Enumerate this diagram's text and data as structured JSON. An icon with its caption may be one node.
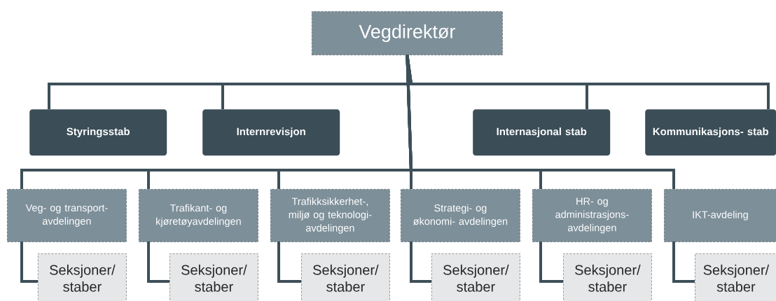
{
  "diagram": {
    "nodes": [
      {
        "text": [
          "Vegdirektør"
        ]
      },
      {
        "text": [
          "Styringsstab"
        ]
      },
      {
        "text": [
          "Internrevisjon"
        ]
      },
      {
        "text": [
          "Internasjonal stab"
        ]
      },
      {
        "text": [
          "Kommunikasjons- stab"
        ]
      },
      {
        "text": [
          "Veg- og transport- avdelingen"
        ]
      },
      {
        "text": [
          "Trafikant- og kjøretøyavdelingen"
        ]
      },
      {
        "text": [
          "Trafikksikkerhet-, miljø og teknologi- avdelingen"
        ]
      },
      {
        "text": [
          "Strategi- og økonomi- avdelingen"
        ]
      },
      {
        "text": [
          "HR- og administrasjons- avdelingen"
        ]
      },
      {
        "text": [
          "IKT-avdeling"
        ]
      },
      {
        "text": [
          "Seksjoner/ staber"
        ]
      },
      {
        "text": [
          "Seksjoner/ staber"
        ]
      },
      {
        "text": [
          "Seksjoner/ staber"
        ]
      },
      {
        "text": [
          "Seksjoner/ staber"
        ]
      },
      {
        "text": [
          "Seksjoner/ staber"
        ]
      },
      {
        "text": [
          "Seksjoner/ staber"
        ]
      }
    ],
    "edges": [
      {
        "from": 0,
        "to": 1,
        "arrow": "none"
      },
      {
        "from": 0,
        "to": 2,
        "arrow": "none"
      },
      {
        "from": 0,
        "to": 3,
        "arrow": "none"
      },
      {
        "from": 0,
        "to": 4,
        "arrow": "none"
      },
      {
        "from": 0,
        "to": 5,
        "arrow": "none"
      },
      {
        "from": 0,
        "to": 6,
        "arrow": "none"
      },
      {
        "from": 0,
        "to": 7,
        "arrow": "none"
      },
      {
        "from": 0,
        "to": 8,
        "arrow": "none"
      },
      {
        "from": 0,
        "to": 9,
        "arrow": "none"
      },
      {
        "from": 0,
        "to": 10,
        "arrow": "none"
      },
      {
        "from": 5,
        "to": 11,
        "arrow": "none"
      },
      {
        "from": 6,
        "to": 12,
        "arrow": "none"
      },
      {
        "from": 7,
        "to": 13,
        "arrow": "none"
      },
      {
        "from": 8,
        "to": 14,
        "arrow": "none"
      },
      {
        "from": 9,
        "to": 15,
        "arrow": "none"
      },
      {
        "from": 10,
        "to": 16,
        "arrow": "none"
      }
    ]
  }
}
